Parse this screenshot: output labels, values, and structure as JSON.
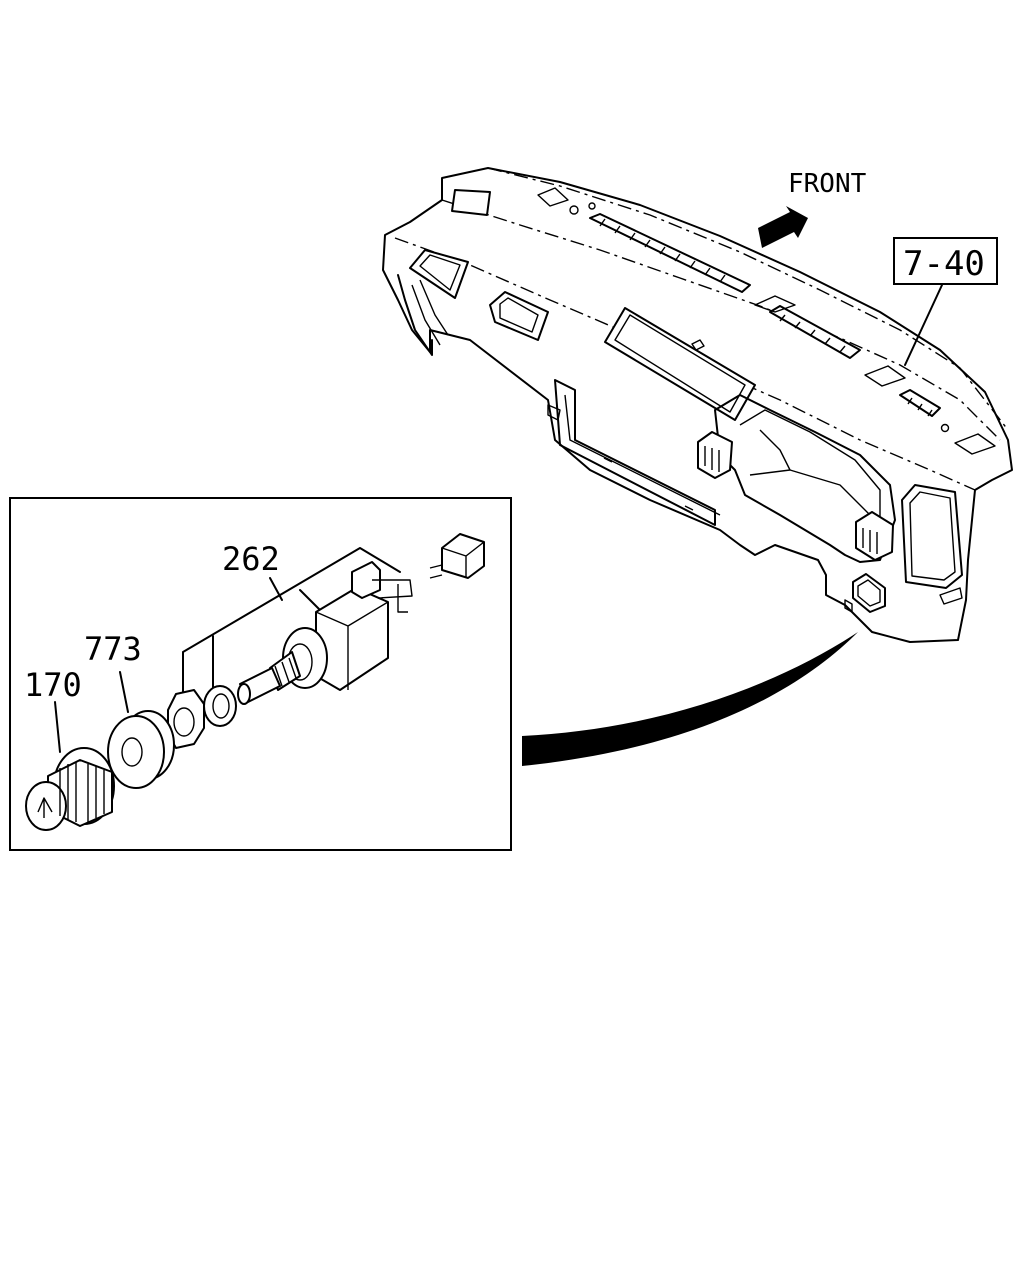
{
  "labels": {
    "front": "FRONT",
    "ref_box": "7-40",
    "part_262": "262",
    "part_773": "773",
    "part_170": "170"
  },
  "colors": {
    "line": "#000000",
    "background": "#ffffff"
  },
  "icons": {
    "direction": "front-arrow-icon"
  }
}
